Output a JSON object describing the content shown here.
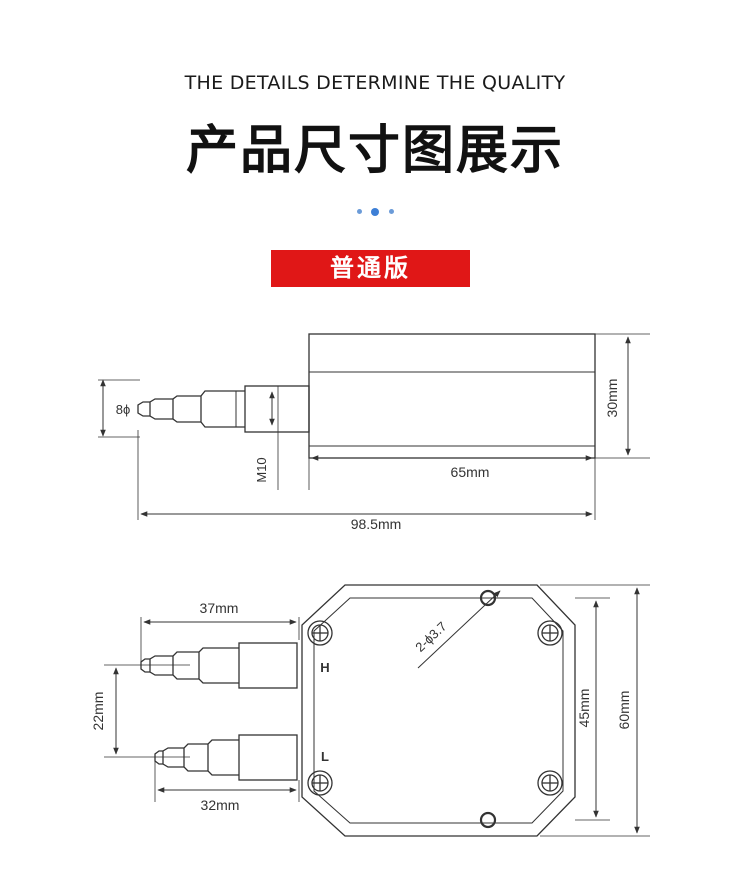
{
  "header": {
    "subtitle": "THE DETAILS DETERMINE THE QUALITY",
    "title": "产品尺寸图展示",
    "badge": "普通版"
  },
  "side_view": {
    "dim_tube_diameter": "8ϕ",
    "dim_thread": "M10",
    "dim_body_length": "65mm",
    "dim_body_height": "30mm",
    "dim_total_length": "98.5mm"
  },
  "top_view": {
    "dim_upper_nozzle": "37mm",
    "dim_lower_nozzle": "32mm",
    "dim_nozzle_spacing": "22mm",
    "dim_hole": "2-ϕ3.7",
    "dim_inner_height": "45mm",
    "dim_outer_height": "60mm",
    "port_high": "H",
    "port_low": "L"
  },
  "colors": {
    "badge": "#e01717",
    "accent_dots": "#3d7fd6",
    "line": "#333333"
  }
}
